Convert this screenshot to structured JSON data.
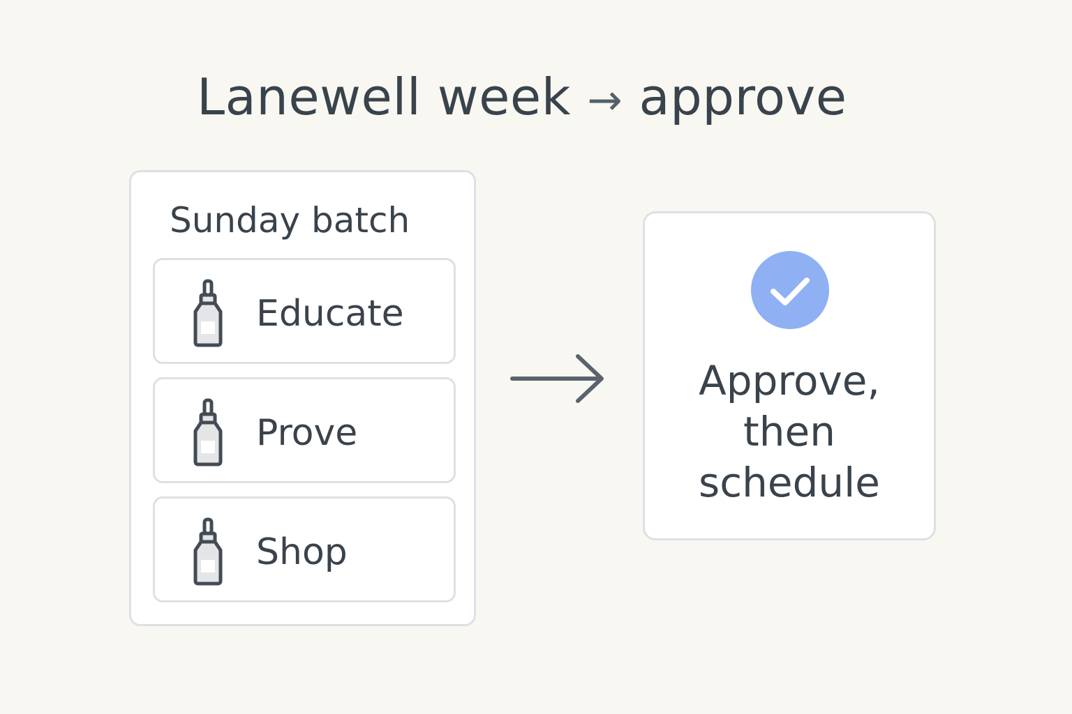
{
  "title": {
    "left_text": "Lanewell week",
    "arrow": "→",
    "right_text": "approve"
  },
  "batch": {
    "heading": "Sunday batch",
    "items": [
      {
        "label": "Educate",
        "icon": "dropper-bottle-icon"
      },
      {
        "label": "Prove",
        "icon": "dropper-bottle-icon"
      },
      {
        "label": "Shop",
        "icon": "dropper-bottle-icon"
      }
    ]
  },
  "flow": {
    "icon": "right-arrow-icon"
  },
  "approve": {
    "icon": "checkmark-circle-icon",
    "text": "Approve,\nthen\nschedule"
  },
  "colors": {
    "background": "#f8f7f2",
    "text": "#3a434c",
    "border": "#dde1e4",
    "check_fill": "#8fb0f3",
    "icon_stroke": "#434b54",
    "bottle_fill": "#e3e5e7"
  }
}
